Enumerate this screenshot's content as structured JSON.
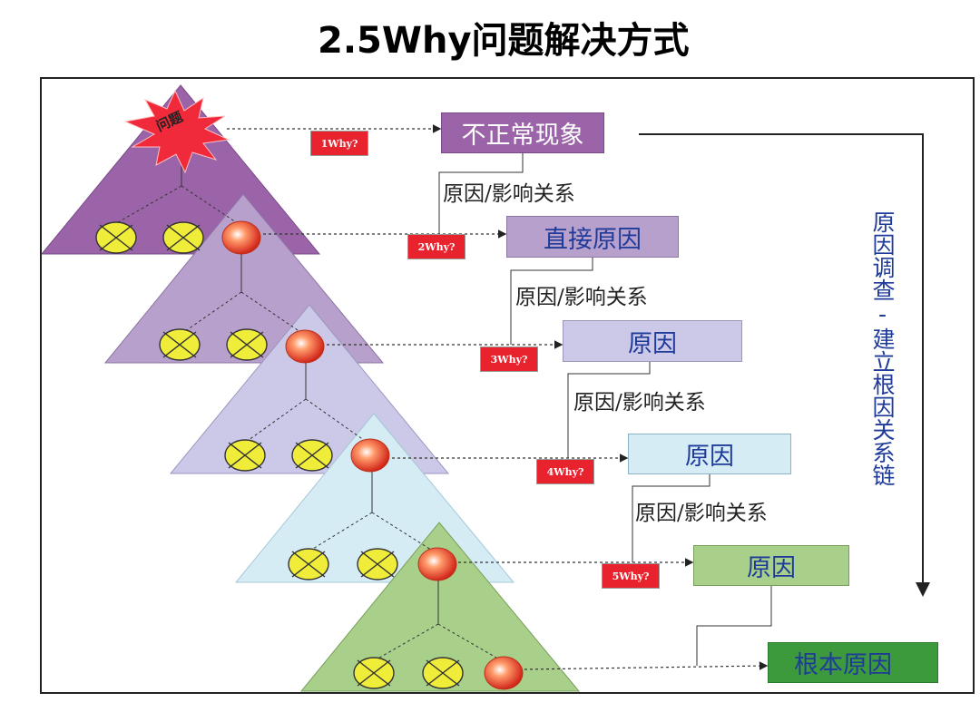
{
  "title": "2.5Why问题解决方式",
  "problem_label": "问题",
  "why_labels": [
    "1Why?",
    "2Why?",
    "3Why?",
    "4Why?",
    "5Why?"
  ],
  "cause_boxes": [
    "不正常现象",
    "直接原因",
    "原因",
    "原因",
    "原因"
  ],
  "root_cause": "根本原因",
  "relation_label": "原因/影响关系",
  "side_label": "原因调查-建立根因关系链",
  "colors": {
    "purple_dark": "#9b64a8",
    "purple_mid": "#b8a0cc",
    "lavender": "#ccc8e8",
    "light_blue": "#d6ecf4",
    "green": "#a8d08a",
    "root_green": "#3c9a3c",
    "why_red": "#e8232e",
    "arrow_text": "#1f3b9a"
  }
}
